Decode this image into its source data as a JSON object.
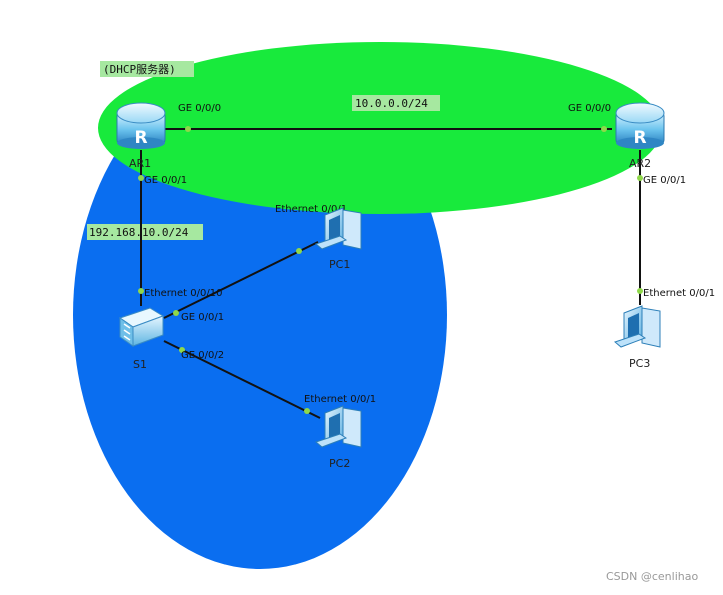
{
  "diagram": {
    "areas": {
      "lan_color": "#0a6ef0",
      "wan_color": "#18ea3c",
      "dhcp_label": "(DHCP服务器)",
      "wan_network": "10.0.0.0/24",
      "lan_network": "192.168.10.0/24",
      "label_bg": "#a6e8a0"
    },
    "devices": [
      {
        "id": "ar1",
        "type": "router",
        "label": "AR1"
      },
      {
        "id": "ar2",
        "type": "router",
        "label": "AR2"
      },
      {
        "id": "s1",
        "type": "switch",
        "label": "S1"
      },
      {
        "id": "pc1",
        "type": "pc",
        "label": "PC1"
      },
      {
        "id": "pc2",
        "type": "pc",
        "label": "PC2"
      },
      {
        "id": "pc3",
        "type": "pc",
        "label": "PC3"
      }
    ],
    "links": [
      {
        "from": "ar1",
        "to": "ar2",
        "from_port": "GE 0/0/0",
        "to_port": "GE 0/0/0"
      },
      {
        "from": "ar1",
        "to": "s1",
        "from_port": "GE 0/0/1",
        "to_port": "Ethernet 0/0/10"
      },
      {
        "from": "s1",
        "to": "pc1",
        "from_port": "GE 0/0/1",
        "to_port": "Ethernet 0/0/1"
      },
      {
        "from": "s1",
        "to": "pc2",
        "from_port": "GE 0/0/2",
        "to_port": "Ethernet 0/0/1"
      },
      {
        "from": "ar2",
        "to": "pc3",
        "from_port": "GE 0/0/1",
        "to_port": "Ethernet 0/0/1"
      }
    ],
    "port_dot_color": "#8fd84a",
    "watermark": "CSDN @cenlihao"
  }
}
